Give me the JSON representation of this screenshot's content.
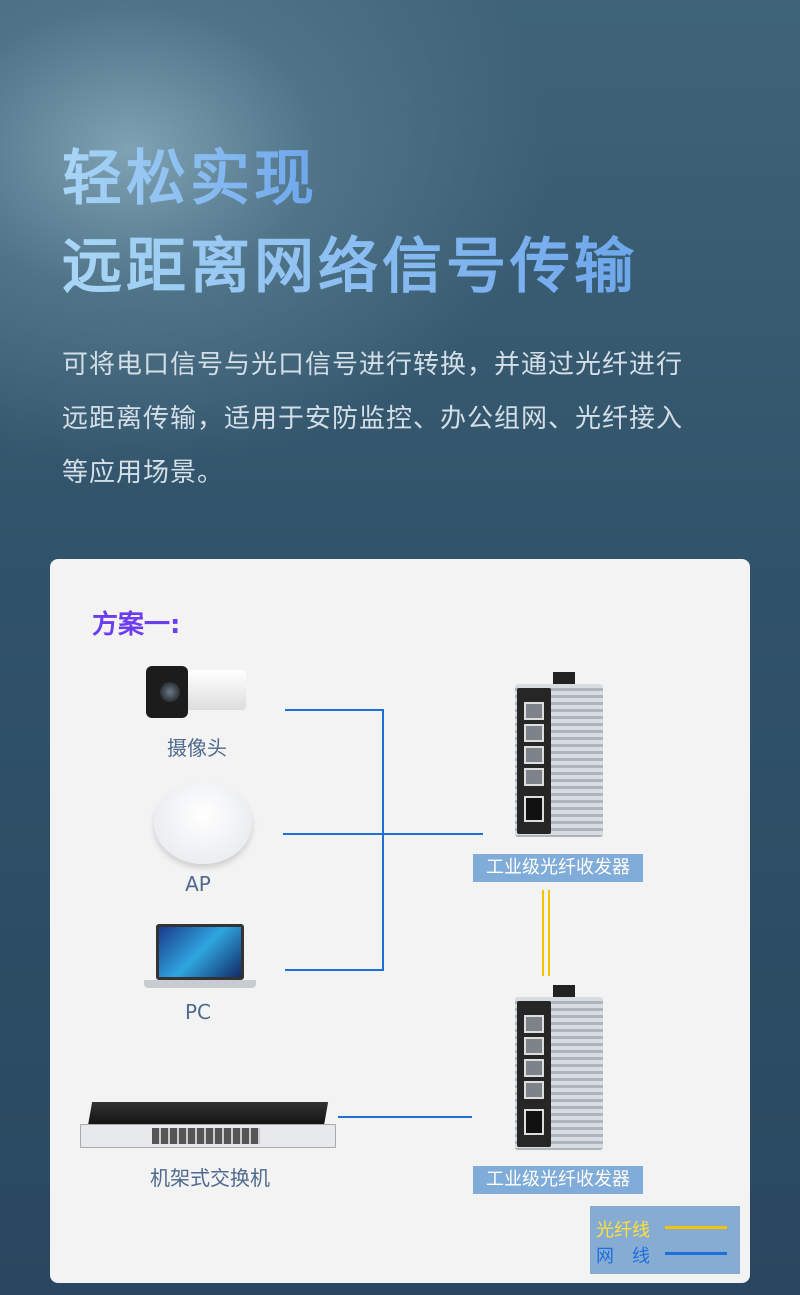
{
  "title": {
    "line1": "轻松实现",
    "line2": "远距离网络信号传输"
  },
  "description": "可将电口信号与光口信号进行转换，并通过光纤进行远距离传输，适用于安防监控、办公组网、光纤接入等应用场景。",
  "diagram": {
    "plan_label": "方案一:",
    "devices": {
      "camera": "摄像头",
      "ap": "AP",
      "pc": "PC",
      "switch": "机架式交换机"
    },
    "converter_top": "工业级光纤收发器",
    "converter_bottom": "工业级光纤收发器",
    "legend": {
      "fiber": "光纤线",
      "network": "网　线",
      "fiber_color": "#f5c400",
      "network_color": "#1e6fd9"
    }
  }
}
